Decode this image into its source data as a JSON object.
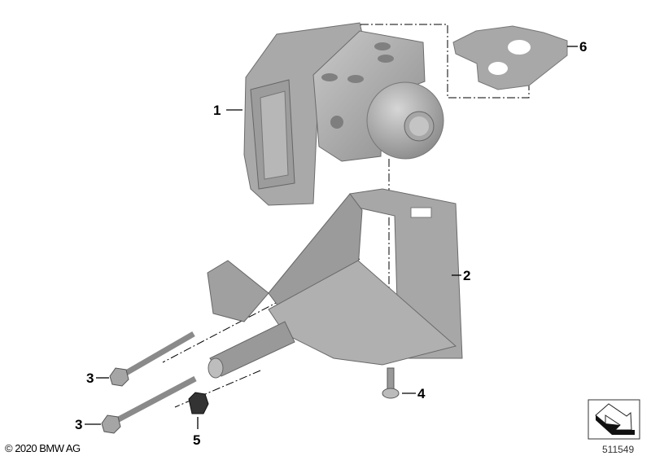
{
  "diagram": {
    "callouts": [
      {
        "id": "1",
        "label": "1"
      },
      {
        "id": "2",
        "label": "2"
      },
      {
        "id": "3a",
        "label": "3"
      },
      {
        "id": "3b",
        "label": "3"
      },
      {
        "id": "4",
        "label": "4"
      },
      {
        "id": "5",
        "label": "5"
      },
      {
        "id": "6",
        "label": "6"
      }
    ],
    "copyright": "© 2020 BMW AG",
    "diagram_number": "511549",
    "orientation_icon": "arrow-direction-icon"
  }
}
